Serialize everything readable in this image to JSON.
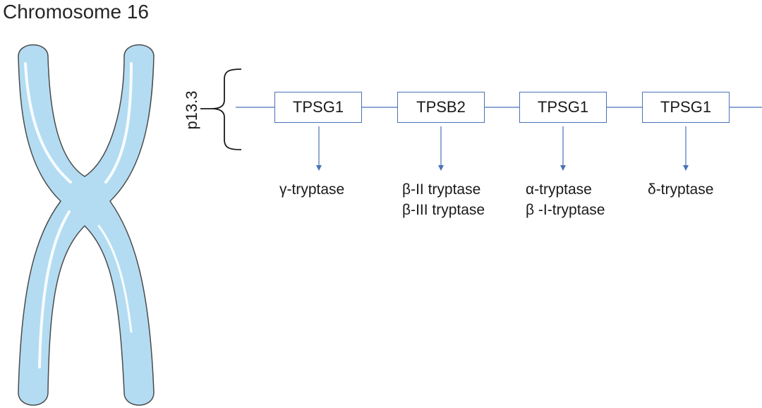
{
  "title": "Chromosome 16",
  "band": "p13.3",
  "colors": {
    "chromosome_fill": "#b3dcf2",
    "chromosome_outline": "#4b4b4b",
    "connector": "#4a72b8"
  },
  "genes": [
    {
      "name": "TPSG1",
      "products": [
        "γ-tryptase"
      ]
    },
    {
      "name": "TPSB2",
      "products": [
        "β-II tryptase",
        "β-III tryptase"
      ]
    },
    {
      "name": "TPSG1",
      "products": [
        "α-tryptase",
        "β -I-tryptase"
      ]
    },
    {
      "name": "TPSG1",
      "products": [
        "δ-tryptase"
      ]
    }
  ]
}
